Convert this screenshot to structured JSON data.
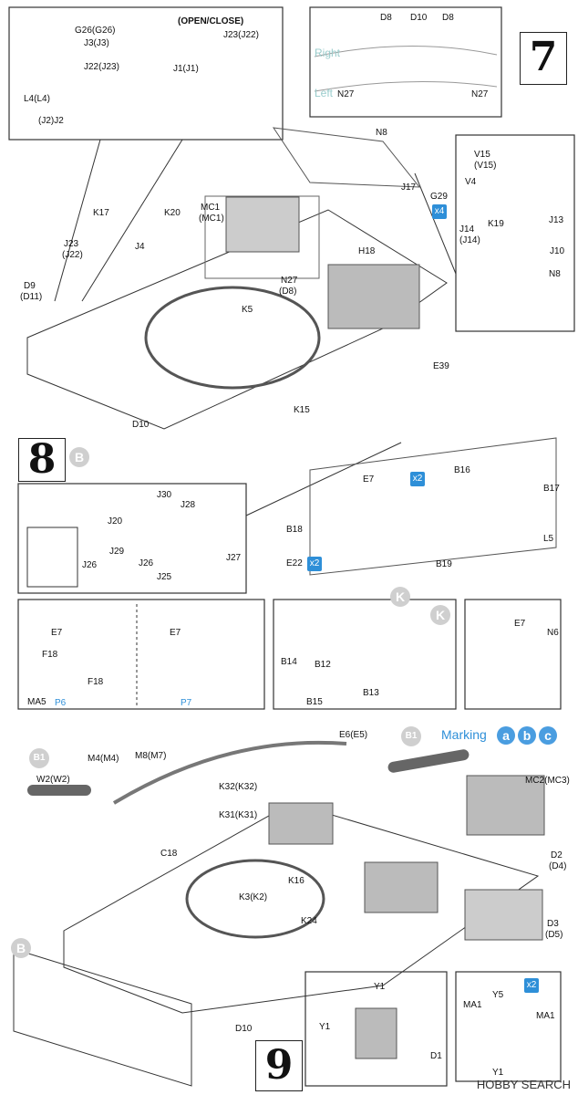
{
  "steps": {
    "s7": "7",
    "s8": "8",
    "s9": "9"
  },
  "subs": {
    "b": "B",
    "k1": "K",
    "k2": "K",
    "b1a": "B1",
    "b1b": "B1",
    "b2": "B"
  },
  "inset_top": {
    "open_close": "(OPEN/CLOSE)",
    "parts": [
      "G26(G26)",
      "J3(J3)",
      "J22(J23)",
      "L4(L4)",
      "(J2)J2",
      "J23(J22)",
      "J1(J1)"
    ]
  },
  "inset_rail": {
    "right": "Right",
    "left": "Left",
    "d8a": "D8",
    "d10": "D10",
    "d8b": "D8",
    "n27a": "N27",
    "n27b": "N27"
  },
  "inset_v": {
    "parts": [
      "V15",
      "(V15)",
      "V4",
      "J14",
      "(J14)",
      "K19",
      "J13",
      "J10",
      "N8"
    ]
  },
  "main7": [
    "N8",
    "J17",
    "G29",
    "x4",
    "H18",
    "MC1",
    "(MC1)",
    "K17",
    "K20",
    "J23",
    "(J22)",
    "J4",
    "D9",
    "(D11)",
    "N27",
    "(D8)",
    "K5",
    "E39",
    "D10",
    "K15"
  ],
  "main8": [
    "J30",
    "J28",
    "J20",
    "J29",
    "J26",
    "J25",
    "J27",
    "J26",
    "E7",
    "x2",
    "B16",
    "B17",
    "L5",
    "B18",
    "E22",
    "x2",
    "B19"
  ],
  "inset8": [
    "E7",
    "F18",
    "F18",
    "MA5",
    "P6",
    "E7",
    "P7",
    "B14",
    "B12",
    "B13",
    "B15",
    "E7",
    "N6"
  ],
  "marking": {
    "label": "Marking",
    "a": "a",
    "b": "b",
    "c": "c"
  },
  "main9": [
    "E6(E5)",
    "M4(M4)",
    "M8(M7)",
    "W2(W2)",
    "K32(K32)",
    "K31(K31)",
    "C18",
    "K16",
    "K3(K2)",
    "K24",
    "MC2(MC3)",
    "D2",
    "(D4)",
    "D3",
    "(D5)",
    "D10"
  ],
  "inset9": [
    "Y1",
    "Y1",
    "D1",
    "x2",
    "Y5",
    "MA1",
    "MA1",
    "Y1"
  ],
  "watermark": "HOBBY SEARCH"
}
